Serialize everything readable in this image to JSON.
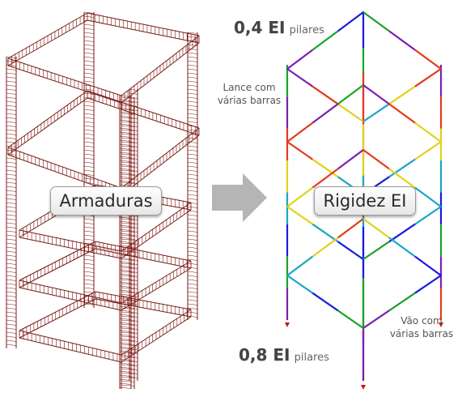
{
  "labels": {
    "armaduras": "Armaduras",
    "rigidez": "Rigidez EI",
    "top_value": "0,4 EI",
    "top_suffix": "pilares",
    "bottom_value": "0,8 EI",
    "bottom_suffix": "pilares",
    "lance_line1": "Lance com",
    "lance_line2": "várias barras",
    "vao_line1": "Vão com",
    "vao_line2": "várias barras"
  },
  "colors": {
    "rebar": "#7a1a14",
    "arrow": "#b5b5b5",
    "members": [
      "#1a1ae0",
      "#1aa32a",
      "#7a1fb0",
      "#e53a1a",
      "#e0d21a",
      "#1aa6c8"
    ]
  }
}
